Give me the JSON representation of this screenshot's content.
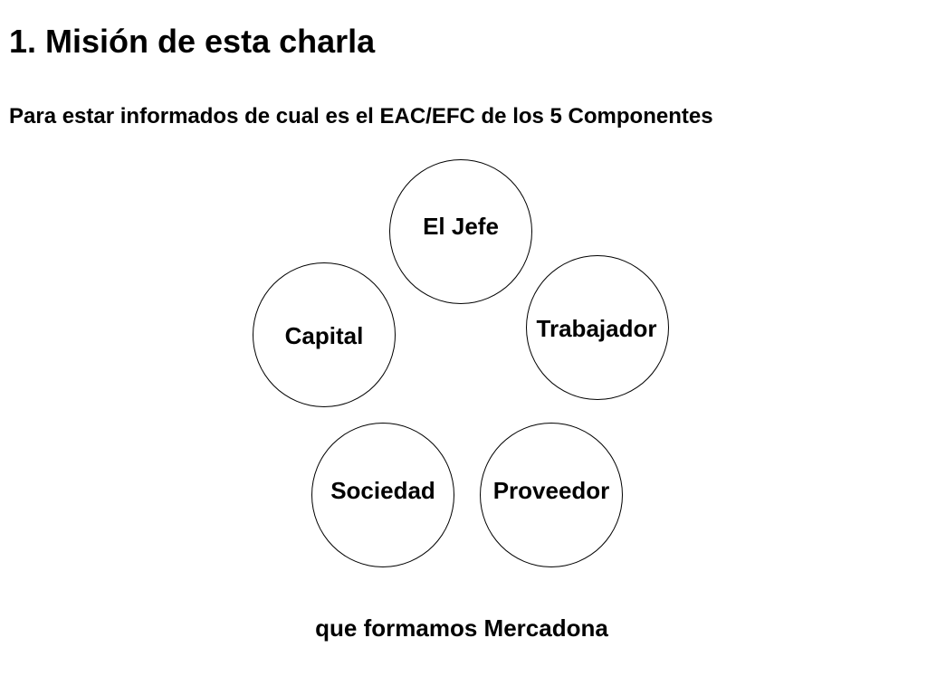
{
  "slide": {
    "title": "1. Misión de esta charla",
    "subtitle": "Para estar informados de cual es el EAC/EFC de los 5 Componentes",
    "footer": "que formamos Mercadona"
  },
  "components": [
    {
      "label": "El Jefe"
    },
    {
      "label": "Trabajador"
    },
    {
      "label": "Capital"
    },
    {
      "label": "Sociedad"
    },
    {
      "label": "Proveedor"
    }
  ]
}
